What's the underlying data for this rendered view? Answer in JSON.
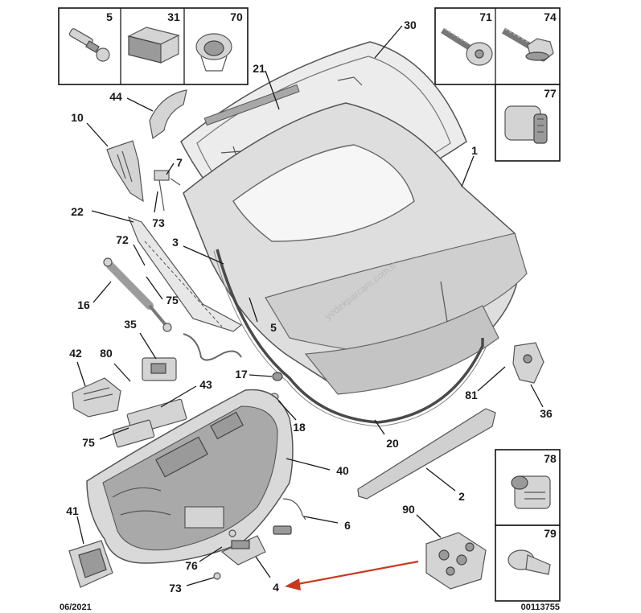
{
  "diagram": {
    "date_code": "06/2021",
    "drawing_ref": "00113755",
    "watermark": "yedekparcam.com.tr",
    "accent_arrow_color": "#c8391e",
    "parts": {
      "p1": "1",
      "p2": "2",
      "p3": "3",
      "p4": "4",
      "p5": "5",
      "p6": "6",
      "p7": "7",
      "p10": "10",
      "p16": "16",
      "p17": "17",
      "p18": "18",
      "p20": "20",
      "p21": "21",
      "p22": "22",
      "p30": "30",
      "p31": "31",
      "p35": "35",
      "p36": "36",
      "p40": "40",
      "p41": "41",
      "p42": "42",
      "p43": "43",
      "p44": "44",
      "p70": "70",
      "p71": "71",
      "p72": "72",
      "p73": "73",
      "p74": "74",
      "p75": "75",
      "p76": "76",
      "p77": "77",
      "p78": "78",
      "p79": "79",
      "p80": "80",
      "p81": "81",
      "p90": "90"
    }
  }
}
